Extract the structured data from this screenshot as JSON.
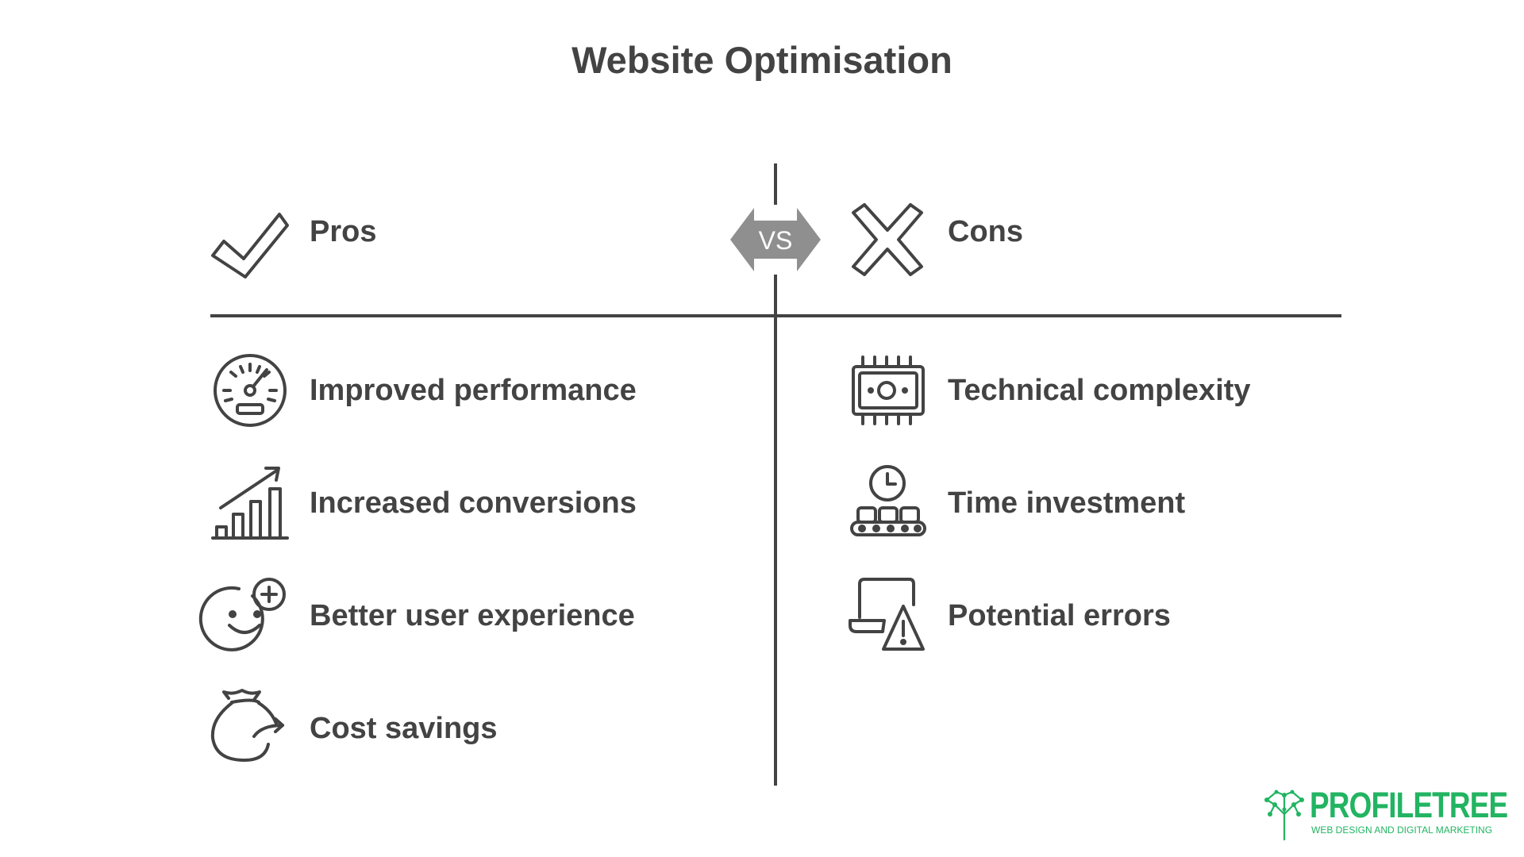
{
  "title": "Website Optimisation",
  "vs_label": "VS",
  "pros": {
    "heading": "Pros",
    "heading_icon": "check-icon",
    "items": [
      {
        "label": "Improved performance",
        "icon": "speedometer-icon"
      },
      {
        "label": "Increased conversions",
        "icon": "growth-chart-icon"
      },
      {
        "label": "Better user experience",
        "icon": "smiley-plus-icon"
      },
      {
        "label": "Cost savings",
        "icon": "money-bag-icon"
      }
    ]
  },
  "cons": {
    "heading": "Cons",
    "heading_icon": "cross-icon",
    "items": [
      {
        "label": "Technical complexity",
        "icon": "chip-icon"
      },
      {
        "label": "Time investment",
        "icon": "clock-conveyor-icon"
      },
      {
        "label": "Potential errors",
        "icon": "laptop-warning-icon"
      }
    ]
  },
  "brand": {
    "name": "PROFILETREE",
    "tagline": "WEB DESIGN AND DIGITAL MARKETING"
  },
  "colors": {
    "text": "#434343",
    "line": "#434343",
    "vs_fill": "#8f8f8f",
    "brand": "#22b462"
  }
}
